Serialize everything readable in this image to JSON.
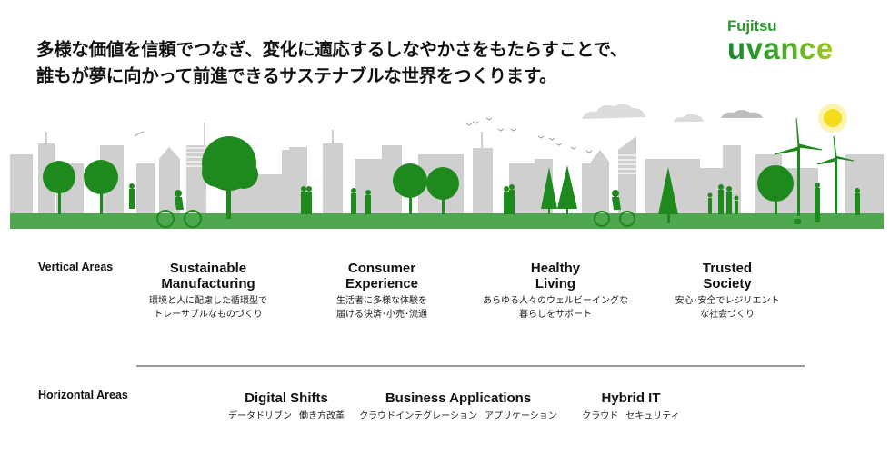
{
  "headline": {
    "line1": "多様な価値を信頼でつなぎ、変化に適応するしなやかさをもたらすことで、",
    "line2": "誰もが夢に向かって前進できるサステナブルな世界をつくります。"
  },
  "logo": {
    "brand": "Fujitsu",
    "product": "uvance"
  },
  "illustration": {
    "description": "green city skyline",
    "colors": {
      "buildings": "#cfcfcf",
      "ground": "#4fa84f",
      "foliage": "#1e8a1e",
      "sun": "#f5e020"
    }
  },
  "vertical_areas": {
    "label": "Vertical Areas",
    "items": [
      {
        "title_line1": "Sustainable",
        "title_line2": "Manufacturing",
        "desc_line1": "環境と人に配慮した循環型で",
        "desc_line2": "トレーサブルなものづくり"
      },
      {
        "title_line1": "Consumer",
        "title_line2": "Experience",
        "desc_line1": "生活者に多様な体験を",
        "desc_line2": "届ける決済･小売･流通"
      },
      {
        "title_line1": "Healthy",
        "title_line2": "Living",
        "desc_line1": "あらゆる人々のウェルビーイングな",
        "desc_line2": "暮らしをサポート"
      },
      {
        "title_line1": "Trusted",
        "title_line2": "Society",
        "desc_line1": "安心･安全でレジリエント",
        "desc_line2": "な社会づくり"
      }
    ]
  },
  "horizontal_areas": {
    "label": "Horizontal Areas",
    "items": [
      {
        "title": "Digital Shifts",
        "tags": [
          "データドリブン",
          "働き方改革"
        ]
      },
      {
        "title": "Business Applications",
        "tags": [
          "クラウドインテグレーション",
          "アプリケーション"
        ]
      },
      {
        "title": "Hybrid IT",
        "tags": [
          "クラウド",
          "セキュリティ"
        ]
      }
    ]
  }
}
